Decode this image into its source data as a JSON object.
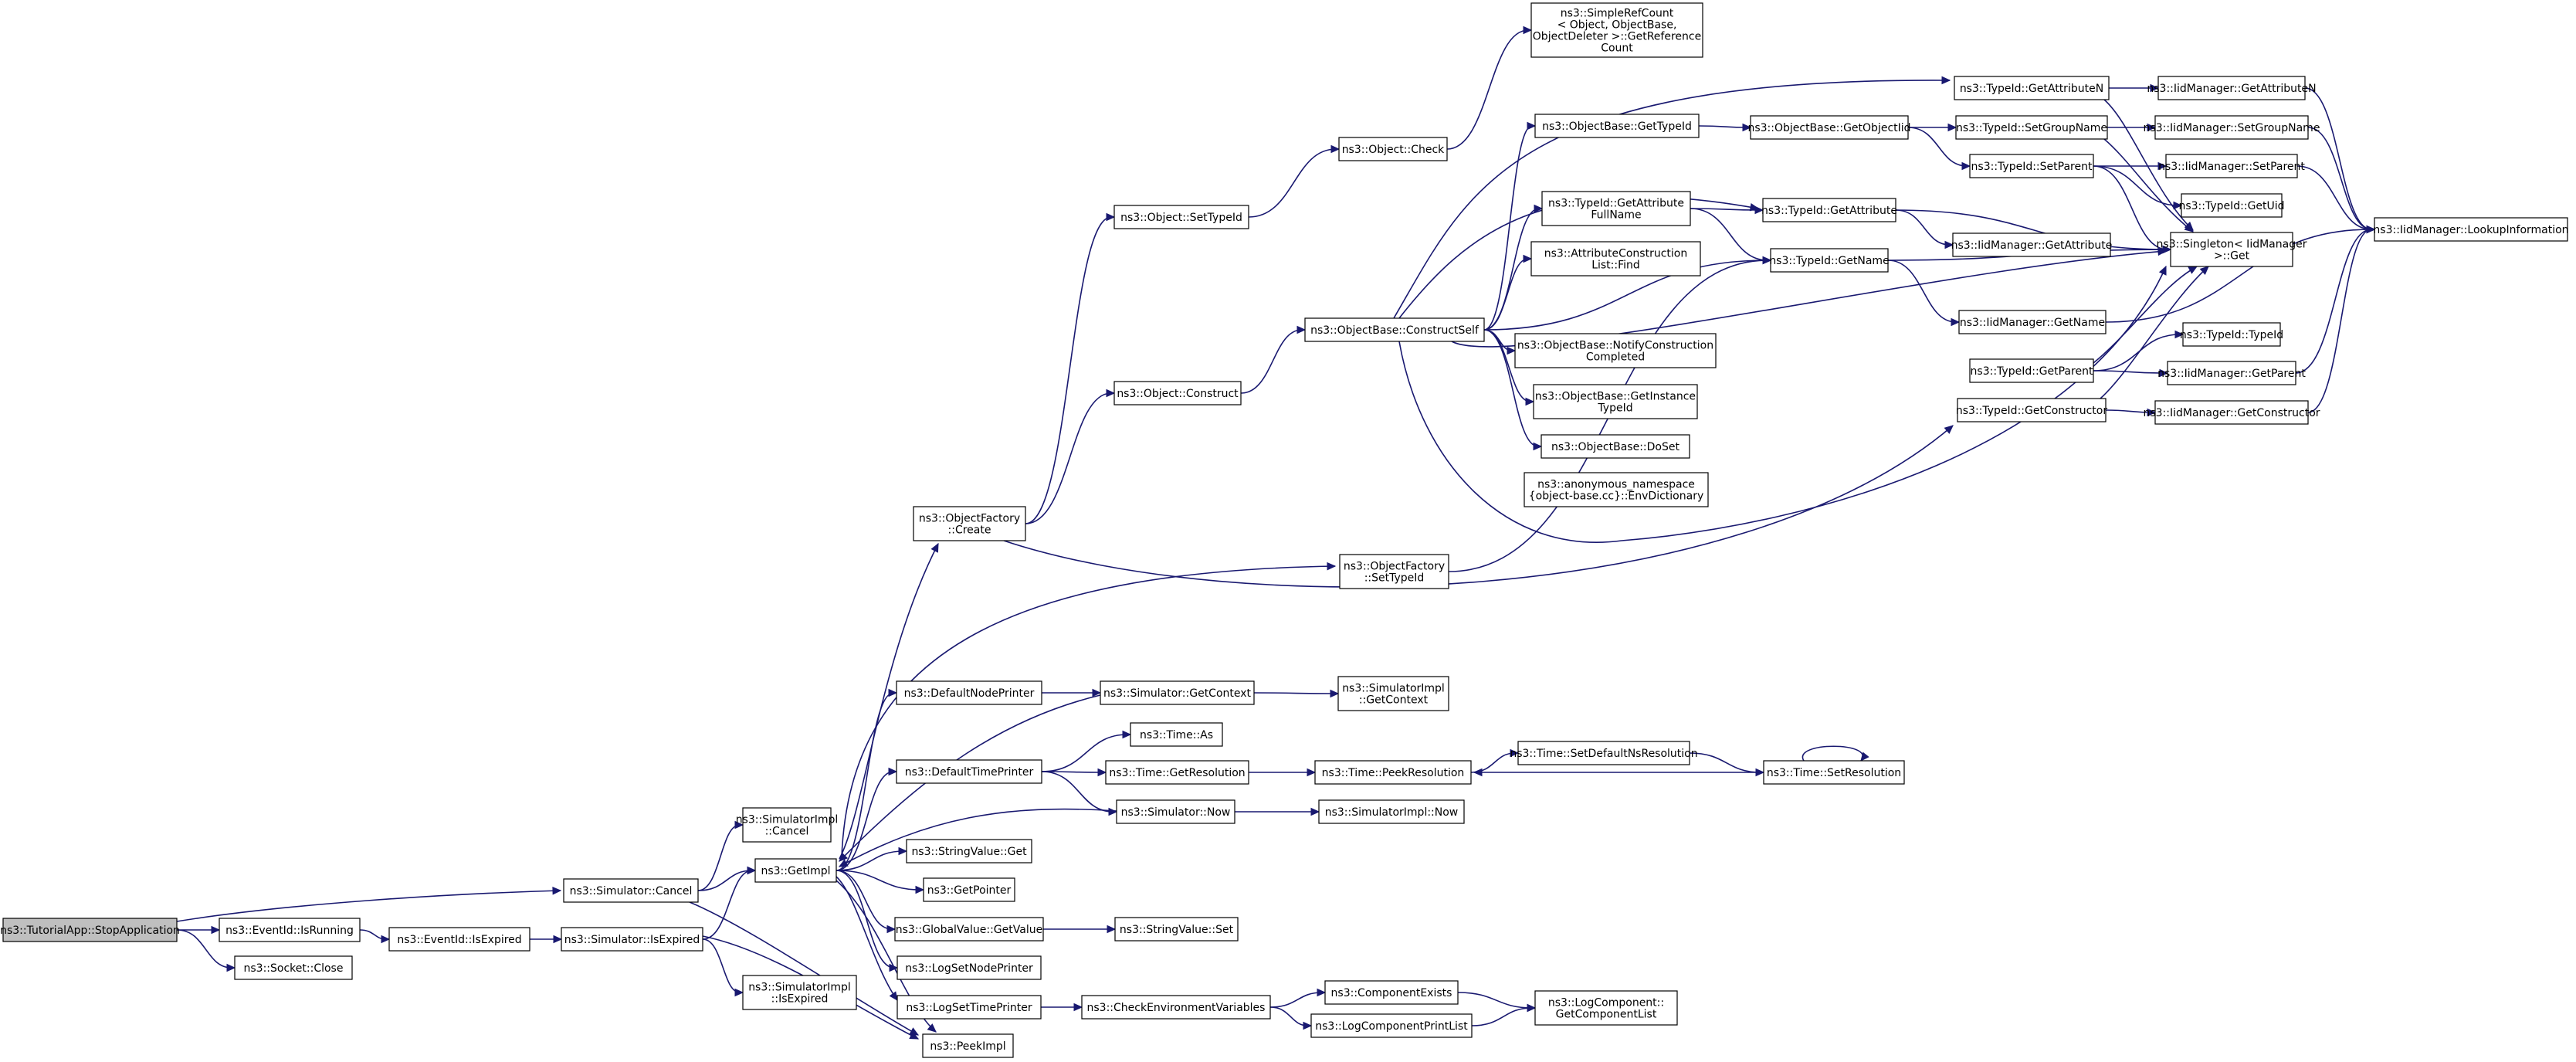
{
  "diagram": {
    "type": "call-graph",
    "colors": {
      "edge": "#191970",
      "node_border": "#000000",
      "node_fill": "#ffffff",
      "root_fill": "#bfbfbf",
      "background": "#ffffff"
    },
    "nodes": [
      {
        "id": "stopapp",
        "lines": [
          "ns3::TutorialApp::StopApplication"
        ],
        "root": true
      },
      {
        "id": "isrunning",
        "lines": [
          "ns3::EventId::IsRunning"
        ]
      },
      {
        "id": "sockclose",
        "lines": [
          "ns3::Socket::Close"
        ]
      },
      {
        "id": "evisexpired",
        "lines": [
          "ns3::EventId::IsExpired"
        ]
      },
      {
        "id": "simcancel",
        "lines": [
          "ns3::Simulator::Cancel"
        ]
      },
      {
        "id": "simisexpired",
        "lines": [
          "ns3::Simulator::IsExpired"
        ]
      },
      {
        "id": "simimplcancel",
        "lines": [
          "ns3::SimulatorImpl",
          "::Cancel"
        ]
      },
      {
        "id": "getimpl",
        "lines": [
          "ns3::GetImpl"
        ]
      },
      {
        "id": "simimplisexpired",
        "lines": [
          "ns3::SimulatorImpl",
          "::IsExpired"
        ]
      },
      {
        "id": "peekimpl",
        "lines": [
          "ns3::PeekImpl"
        ]
      },
      {
        "id": "ofcreate",
        "lines": [
          "ns3::ObjectFactory",
          "::Create"
        ]
      },
      {
        "id": "defnodeprinter",
        "lines": [
          "ns3::DefaultNodePrinter"
        ]
      },
      {
        "id": "deftimeprinter",
        "lines": [
          "ns3::DefaultTimePrinter"
        ]
      },
      {
        "id": "strvalget",
        "lines": [
          "ns3::StringValue::Get"
        ]
      },
      {
        "id": "getpointer",
        "lines": [
          "ns3::GetPointer"
        ]
      },
      {
        "id": "gvgetvalue",
        "lines": [
          "ns3::GlobalValue::GetValue"
        ]
      },
      {
        "id": "logsetnode",
        "lines": [
          "ns3::LogSetNodePrinter"
        ]
      },
      {
        "id": "logsettime",
        "lines": [
          "ns3::LogSetTimePrinter"
        ]
      },
      {
        "id": "objsettypeid",
        "lines": [
          "ns3::Object::SetTypeId"
        ]
      },
      {
        "id": "objconstruct",
        "lines": [
          "ns3::Object::Construct"
        ]
      },
      {
        "id": "simgetcontext",
        "lines": [
          "ns3::Simulator::GetContext"
        ]
      },
      {
        "id": "timeas",
        "lines": [
          "ns3::Time::As"
        ]
      },
      {
        "id": "timegetres",
        "lines": [
          "ns3::Time::GetResolution"
        ]
      },
      {
        "id": "simnow",
        "lines": [
          "ns3::Simulator::Now"
        ]
      },
      {
        "id": "strvalset",
        "lines": [
          "ns3::StringValue::Set"
        ]
      },
      {
        "id": "checkenv",
        "lines": [
          "ns3::CheckEnvironmentVariables"
        ]
      },
      {
        "id": "objcheck",
        "lines": [
          "ns3::Object::Check"
        ]
      },
      {
        "id": "simplerefcount",
        "lines": [
          "ns3::SimpleRefCount",
          "< Object, ObjectBase,",
          "ObjectDeleter >::GetReference",
          "Count"
        ]
      },
      {
        "id": "obconstructself",
        "lines": [
          "ns3::ObjectBase::ConstructSelf"
        ]
      },
      {
        "id": "ofsettypeid",
        "lines": [
          "ns3::ObjectFactory",
          "::SetTypeId"
        ]
      },
      {
        "id": "simimplgetcontext",
        "lines": [
          "ns3::SimulatorImpl",
          "::GetContext"
        ]
      },
      {
        "id": "timepeekres",
        "lines": [
          "ns3::Time::PeekResolution"
        ]
      },
      {
        "id": "simimplnow",
        "lines": [
          "ns3::SimulatorImpl::Now"
        ]
      },
      {
        "id": "compexists",
        "lines": [
          "ns3::ComponentExists"
        ]
      },
      {
        "id": "logcompprint",
        "lines": [
          "ns3::LogComponentPrintList"
        ]
      },
      {
        "id": "obgettypeid",
        "lines": [
          "ns3::ObjectBase::GetTypeId"
        ]
      },
      {
        "id": "tidgetattrfull",
        "lines": [
          "ns3::TypeId::GetAttribute",
          "FullName"
        ]
      },
      {
        "id": "attrconstrfind",
        "lines": [
          "ns3::AttributeConstruction",
          "List::Find"
        ]
      },
      {
        "id": "obnotify",
        "lines": [
          "ns3::ObjectBase::NotifyConstruction",
          "Completed"
        ]
      },
      {
        "id": "obgetinst",
        "lines": [
          "ns3::ObjectBase::GetInstance",
          "TypeId"
        ]
      },
      {
        "id": "obdoset",
        "lines": [
          "ns3::ObjectBase::DoSet"
        ]
      },
      {
        "id": "envdict",
        "lines": [
          "ns3::anonymous_namespace",
          "{object-base.cc}::EnvDictionary"
        ]
      },
      {
        "id": "timesetdefns",
        "lines": [
          "ns3::Time::SetDefaultNsResolution"
        ]
      },
      {
        "id": "logcompgetlist",
        "lines": [
          "ns3::LogComponent::",
          "GetComponentList"
        ]
      },
      {
        "id": "obgetobjtid",
        "lines": [
          "ns3::ObjectBase::GetObjectIid"
        ]
      },
      {
        "id": "tidgetattr",
        "lines": [
          "ns3::TypeId::GetAttribute"
        ]
      },
      {
        "id": "tidgetname",
        "lines": [
          "ns3::TypeId::GetName"
        ]
      },
      {
        "id": "timesetres",
        "lines": [
          "ns3::Time::SetResolution"
        ]
      },
      {
        "id": "tidgetattrn",
        "lines": [
          "ns3::TypeId::GetAttributeN"
        ]
      },
      {
        "id": "tidsetgroup",
        "lines": [
          "ns3::TypeId::SetGroupName"
        ]
      },
      {
        "id": "tidsetparent",
        "lines": [
          "ns3::TypeId::SetParent"
        ]
      },
      {
        "id": "iidgetattr",
        "lines": [
          "ns3::IidManager::GetAttribute"
        ]
      },
      {
        "id": "iidgetname",
        "lines": [
          "ns3::IidManager::GetName"
        ]
      },
      {
        "id": "tidgetparent",
        "lines": [
          "ns3::TypeId::GetParent"
        ]
      },
      {
        "id": "tidgetctor",
        "lines": [
          "ns3::TypeId::GetConstructor"
        ]
      },
      {
        "id": "iidgetattrn",
        "lines": [
          "ns3::IidManager::GetAttributeN"
        ]
      },
      {
        "id": "iidsetgroup",
        "lines": [
          "ns3::IidManager::SetGroupName"
        ]
      },
      {
        "id": "iidsetparent",
        "lines": [
          "ns3::IidManager::SetParent"
        ]
      },
      {
        "id": "tidgetuid",
        "lines": [
          "ns3::TypeId::GetUid"
        ]
      },
      {
        "id": "singletonget",
        "lines": [
          "ns3::Singleton< IidManager",
          ">::Get"
        ]
      },
      {
        "id": "tidtypeid",
        "lines": [
          "ns3::TypeId::TypeId"
        ]
      },
      {
        "id": "iidgetparent",
        "lines": [
          "ns3::IidManager::GetParent"
        ]
      },
      {
        "id": "iidgetctor",
        "lines": [
          "ns3::IidManager::GetConstructor"
        ]
      },
      {
        "id": "iidlookup",
        "lines": [
          "ns3::IidManager::LookupInformation"
        ]
      }
    ],
    "edges": [
      [
        "stopapp",
        "simcancel"
      ],
      [
        "stopapp",
        "isrunning"
      ],
      [
        "stopapp",
        "sockclose"
      ],
      [
        "isrunning",
        "evisexpired"
      ],
      [
        "evisexpired",
        "simisexpired"
      ],
      [
        "simcancel",
        "simimplcancel"
      ],
      [
        "simcancel",
        "getimpl"
      ],
      [
        "simcancel",
        "peekimpl"
      ],
      [
        "simisexpired",
        "getimpl"
      ],
      [
        "simisexpired",
        "simimplisexpired"
      ],
      [
        "simisexpired",
        "peekimpl"
      ],
      [
        "getimpl",
        "ofcreate"
      ],
      [
        "getimpl",
        "ofsettypeid"
      ],
      [
        "getimpl",
        "defnodeprinter"
      ],
      [
        "getimpl",
        "deftimeprinter"
      ],
      [
        "getimpl",
        "strvalget"
      ],
      [
        "getimpl",
        "getpointer"
      ],
      [
        "getimpl",
        "gvgetvalue"
      ],
      [
        "getimpl",
        "logsetnode"
      ],
      [
        "getimpl",
        "logsettime"
      ],
      [
        "getimpl",
        "peekimpl"
      ],
      [
        "ofcreate",
        "objsettypeid"
      ],
      [
        "ofcreate",
        "objconstruct"
      ],
      [
        "ofcreate",
        "tidgetctor"
      ],
      [
        "objsettypeid",
        "objcheck"
      ],
      [
        "objcheck",
        "simplerefcount"
      ],
      [
        "objconstruct",
        "obconstructself"
      ],
      [
        "obconstructself",
        "tidgetattrn"
      ],
      [
        "obconstructself",
        "obgettypeid"
      ],
      [
        "obconstructself",
        "tidgetattr"
      ],
      [
        "obconstructself",
        "tidgetattrfull"
      ],
      [
        "obconstructself",
        "attrconstrfind"
      ],
      [
        "obconstructself",
        "tidgetname"
      ],
      [
        "obconstructself",
        "obnotify"
      ],
      [
        "obconstructself",
        "obgetinst"
      ],
      [
        "obconstructself",
        "obdoset"
      ],
      [
        "obconstructself",
        "envdict"
      ],
      [
        "obconstructself",
        "singletonget"
      ],
      [
        "obgettypeid",
        "obgetobjtid"
      ],
      [
        "obgetobjtid",
        "tidsetgroup"
      ],
      [
        "obgetobjtid",
        "tidsetparent"
      ],
      [
        "tidgetattrfull",
        "tidgetattr"
      ],
      [
        "tidgetattrfull",
        "tidgetname"
      ],
      [
        "tidgetattr",
        "iidgetattr"
      ],
      [
        "tidgetattr",
        "singletonget"
      ],
      [
        "tidgetname",
        "iidgetname"
      ],
      [
        "tidgetname",
        "singletonget"
      ],
      [
        "ofsettypeid",
        "tidgetname"
      ],
      [
        "tidgetattrn",
        "iidgetattrn"
      ],
      [
        "tidgetattrn",
        "singletonget"
      ],
      [
        "tidsetgroup",
        "iidsetgroup"
      ],
      [
        "tidsetgroup",
        "singletonget"
      ],
      [
        "tidsetparent",
        "iidsetparent"
      ],
      [
        "tidsetparent",
        "tidgetuid"
      ],
      [
        "tidsetparent",
        "singletonget"
      ],
      [
        "tidgetparent",
        "tidtypeid"
      ],
      [
        "tidgetparent",
        "iidgetparent"
      ],
      [
        "tidgetparent",
        "singletonget"
      ],
      [
        "tidgetctor",
        "iidgetctor"
      ],
      [
        "tidgetctor",
        "singletonget"
      ],
      [
        "iidgetattrn",
        "iidlookup"
      ],
      [
        "iidsetgroup",
        "iidlookup"
      ],
      [
        "iidsetparent",
        "iidlookup"
      ],
      [
        "iidgetname",
        "iidlookup"
      ],
      [
        "iidgetparent",
        "iidlookup"
      ],
      [
        "iidgetctor",
        "iidlookup"
      ],
      [
        "defnodeprinter",
        "simgetcontext"
      ],
      [
        "simgetcontext",
        "simimplgetcontext"
      ],
      [
        "simgetcontext",
        "getimpl"
      ],
      [
        "deftimeprinter",
        "timeas"
      ],
      [
        "deftimeprinter",
        "timegetres"
      ],
      [
        "deftimeprinter",
        "simnow"
      ],
      [
        "timegetres",
        "timepeekres"
      ],
      [
        "simnow",
        "simimplnow"
      ],
      [
        "simnow",
        "getimpl"
      ],
      [
        "timepeekres",
        "timesetdefns"
      ],
      [
        "timesetdefns",
        "timesetres"
      ],
      [
        "timesetres",
        "timepeekres"
      ],
      [
        "timesetres",
        "timesetres"
      ],
      [
        "gvgetvalue",
        "strvalset"
      ],
      [
        "logsettime",
        "checkenv"
      ],
      [
        "checkenv",
        "compexists"
      ],
      [
        "checkenv",
        "logcompprint"
      ],
      [
        "compexists",
        "logcompgetlist"
      ],
      [
        "logcompprint",
        "logcompgetlist"
      ]
    ]
  }
}
